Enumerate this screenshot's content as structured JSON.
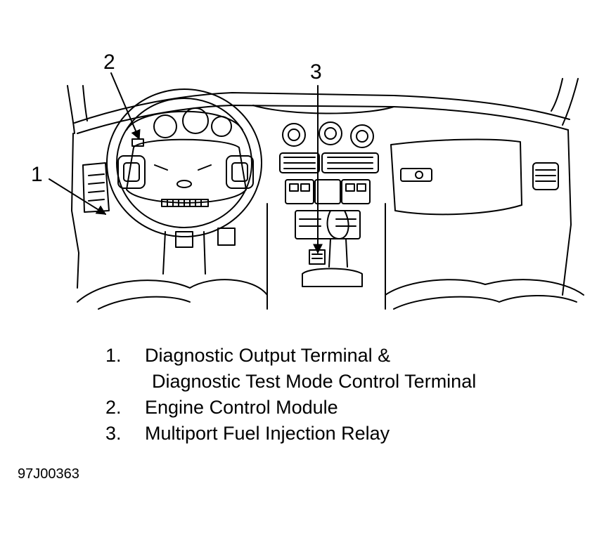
{
  "callouts": [
    {
      "number": "1"
    },
    {
      "number": "2"
    },
    {
      "number": "3"
    }
  ],
  "legend": [
    {
      "number": "1.",
      "lines": [
        "Diagnostic Output Terminal &",
        "Diagnostic Test Mode Control Terminal"
      ]
    },
    {
      "number": "2.",
      "lines": [
        "Engine Control Module"
      ]
    },
    {
      "number": "3.",
      "lines": [
        "Multiport Fuel Injection Relay"
      ]
    }
  ],
  "figure_id": "97J00363",
  "colors": {
    "ink": "#000000",
    "paper": "#ffffff"
  }
}
